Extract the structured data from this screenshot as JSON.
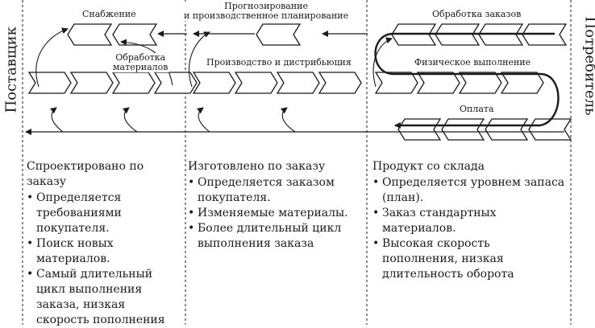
{
  "side_labels": {
    "supplier": "Поставщик",
    "consumer": "Потребитель"
  },
  "flows": {
    "supply": "Снабжение",
    "forecasting": "Прогнозирование\nи производственное планирование",
    "order_processing": "Обработка заказов",
    "materials_processing": "Обработка\nматериалов",
    "production": "Производство и дистрибьюция",
    "physical_fulfillment": "Физическое выполнение",
    "payment": "Оплата"
  },
  "columns": [
    {
      "title": "Спроектировано по заказу",
      "items": [
        "Определяется требованиями покупателя.",
        "Поиск новых материалов.",
        "Самый длительный цикл выполнения заказа, низкая скорость пополнения"
      ]
    },
    {
      "title": "Изготовлено по заказу",
      "items": [
        "Определяется заказом покупателя.",
        "Изменяемые материалы.",
        "Более длительный цикл выполнения заказа"
      ]
    },
    {
      "title": "Продукт со склада",
      "items": [
        "Определяется уровнем запаса (план).",
        "Заказ стандартных материалов.",
        "Высокая скорость пополнения, низкая длительность оборота"
      ]
    }
  ]
}
